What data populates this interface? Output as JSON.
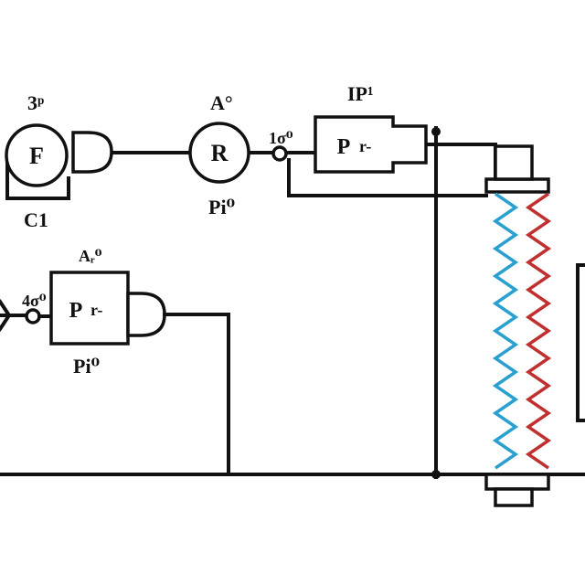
{
  "colors": {
    "wire": "#111111",
    "coil_left": "#2a9fd0",
    "coil_right": "#c03030",
    "background": "#ffffff"
  },
  "labels": {
    "f_top": "3ᵖ",
    "f_circle": "F",
    "f_bottom": "C1",
    "r_top": "A°",
    "r_circle": "R",
    "r_bottom": "Pi⁰",
    "top_node": "1σ⁰",
    "top_box_label": "IP¹",
    "top_box_text": "P",
    "top_box_tail": "r-",
    "mid_top": "Aᵣ⁰",
    "mid_node": "4σ⁰",
    "mid_box_text": "P",
    "mid_box_tail": "r-",
    "mid_bottom": "Pi⁰"
  }
}
